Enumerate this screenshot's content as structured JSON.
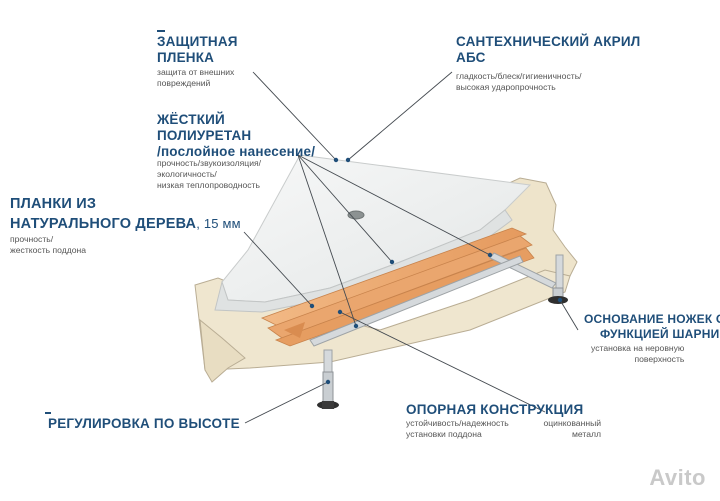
{
  "labels": {
    "film": {
      "title": [
        "ЗАЩИТНАЯ",
        "ПЛЕНКА"
      ],
      "desc": [
        "защита от внешних",
        "повреждений"
      ]
    },
    "acrylic": {
      "title": [
        "САНТЕХНИЧЕСКИЙ АКРИЛ",
        "АБС"
      ],
      "desc": [
        "гладкость/блеск/гигиеничность/",
        "высокая ударопрочность"
      ]
    },
    "polyurethane": {
      "title": [
        "ЖЁСТКИЙ",
        "ПОЛИУРЕТАН"
      ],
      "subtitle": "/послойное нанесение/",
      "desc": [
        "прочность/звукоизоляция/",
        "экологичность/",
        "низкая теплопроводность"
      ]
    },
    "planks": {
      "title1": "ПЛАНКИ ИЗ",
      "title2": "НАТУРАЛЬНОГО ДЕРЕВА",
      "size": ", 15 мм",
      "desc": [
        "прочность/",
        "жесткость поддона"
      ]
    },
    "legs": {
      "title": [
        "ОСНОВАНИЕ НОЖЕК С",
        "ФУНКЦИЕЙ ШАРНИРА"
      ],
      "desc": [
        "установка на неровную",
        "поверхность"
      ]
    },
    "height": {
      "title": "РЕГУЛИРОВКА ПО ВЫСОТЕ"
    },
    "frame": {
      "title": "ОПОРНАЯ КОНСТРУКЦИЯ",
      "desc": [
        "устойчивость/надежность",
        "установки поддона"
      ],
      "desc2": [
        "оцинкованный",
        "металл"
      ]
    }
  },
  "watermark": "Avito",
  "colors": {
    "accent": "#1f4e79",
    "text_gray": "#555555",
    "wood": "#e9a46c",
    "foam": "#efe6cf"
  }
}
